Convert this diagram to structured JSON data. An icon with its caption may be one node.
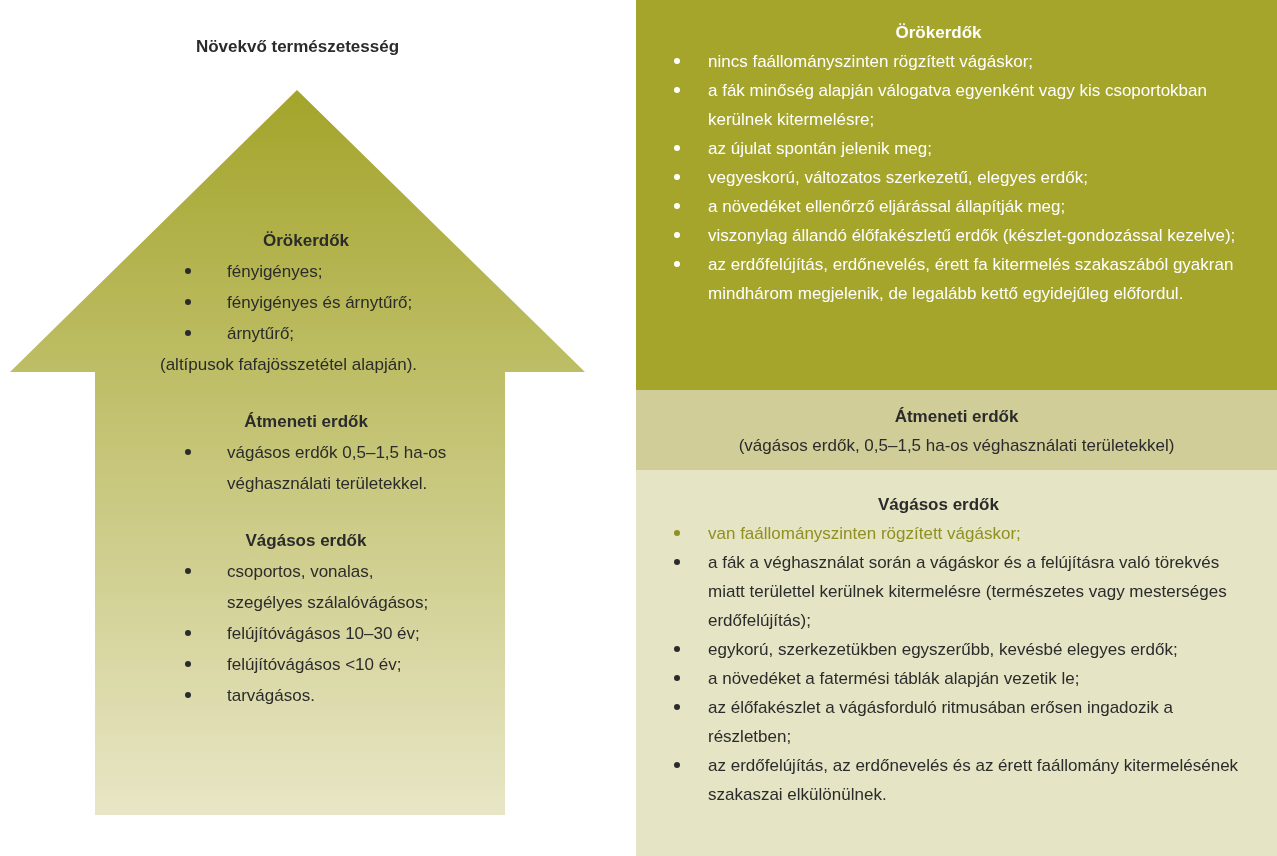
{
  "diagram": {
    "title": "Növekvő természetesség",
    "nodes": [
      {
        "text": [
          "Örökerdők",
          "fényigényes;",
          "fényigényes és árnytűrő;",
          "árnytűrő;",
          "(altípusok fafajösszetétel alapján).",
          "Átmeneti erdők",
          "vágásos erdők 0,5–1,5 ha-os véghasználati területekkel.",
          "Vágásos erdők",
          "csoportos, vonalas, szegélyes szálalóvágásos;",
          "felújítóvágásos 10–30 év;",
          "felújítóvágásos <10 év;",
          "tarvágásos."
        ]
      },
      {
        "text": [
          "Örökerdők",
          "nincs faállományszinten rögzített vágáskor;",
          "a fák minőség alapján válogatva egyenként vagy kis csoportokban kerülnek kitermelésre;",
          "az újulat spontán jelenik meg;",
          "vegyeskorú, változatos szerkezetű, elegyes erdők;",
          "a növedéket ellenőrző eljárással állapítják meg;",
          "viszonylag állandó élőfakészletű erdők (készlet-gondozással kezelve);",
          "az erdőfelújítás, erdőnevelés, érett fa kitermelés szakaszából gyakran mindhárom megjelenik, de legalább kettő egyidejűleg előfordul."
        ]
      },
      {
        "text": [
          "Átmeneti erdők",
          "(vágásos erdők, 0,5–1,5 ha-os véghasználati területekkel)"
        ]
      },
      {
        "text": [
          "Vágásos erdők",
          "van faállományszinten rögzített vágáskor;",
          "a fák a véghasználat során a vágáskor és a felújításra való törekvés miatt területtel kerülnek kitermelésre (természetes vagy mesterséges erdőfelújítás);",
          "egykorú, szerkezetükben egyszerűbb, kevésbé elegyes erdők;",
          "a növedéket a fatermési táblák alapján vezetik le;",
          "az élőfakészlet a vágásforduló ritmusában erősen ingadozik a részletben;",
          "az erdőfelújítás, az erdőnevelés és az érett faállomány kitermelésének szakaszai elkülönülnek."
        ]
      }
    ]
  }
}
